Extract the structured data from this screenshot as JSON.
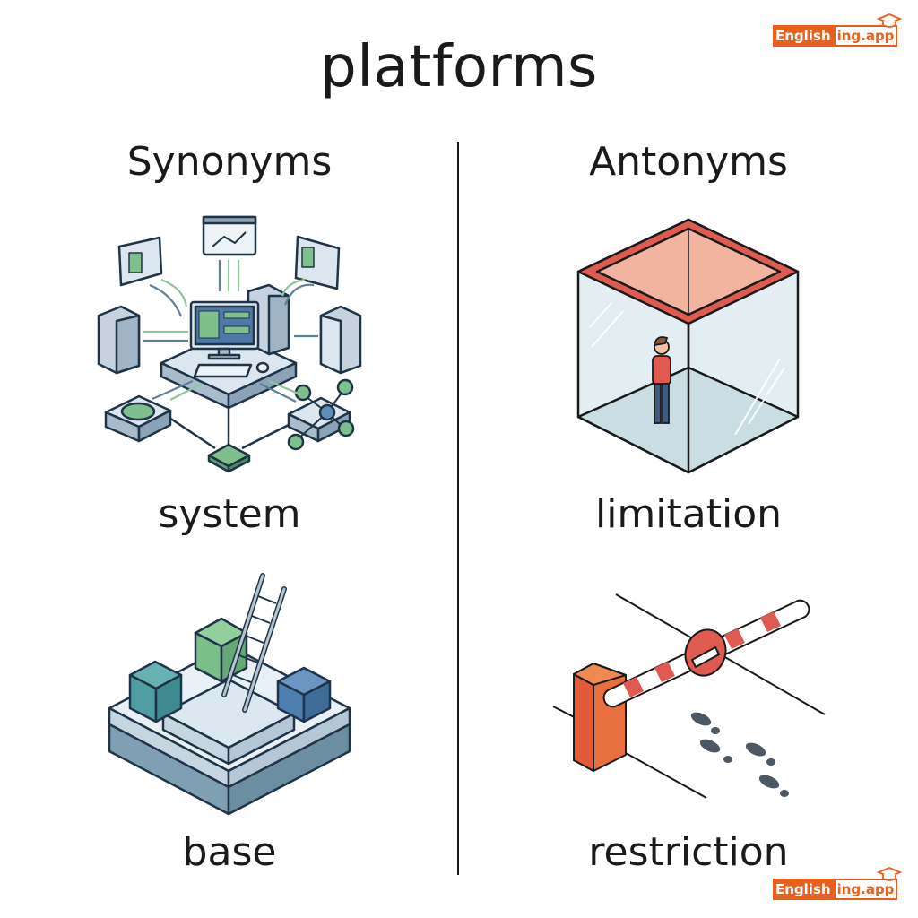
{
  "title": "platforms",
  "watermark": {
    "part1": "English",
    "part2": "ing.app",
    "icon": "graduation-cap-icon",
    "color": "#e8601c"
  },
  "synonyms": {
    "heading": "Synonyms",
    "items": [
      {
        "word": "system",
        "illustration": "networked-computer-system"
      },
      {
        "word": "base",
        "illustration": "layered-base-with-blocks-and-ladder"
      }
    ]
  },
  "antonyms": {
    "heading": "Antonyms",
    "items": [
      {
        "word": "limitation",
        "illustration": "person-trapped-in-glass-box"
      },
      {
        "word": "restriction",
        "illustration": "barrier-gate-with-footprints"
      }
    ]
  }
}
